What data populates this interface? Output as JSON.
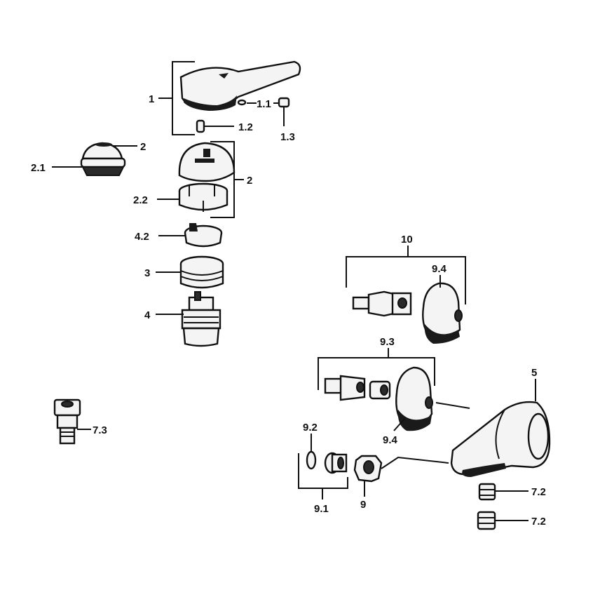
{
  "diagram": {
    "callouts": [
      {
        "id": "c1",
        "text": "1"
      },
      {
        "id": "c11",
        "text": "1.1"
      },
      {
        "id": "c12",
        "text": "1.2"
      },
      {
        "id": "c13",
        "text": "1.3"
      },
      {
        "id": "c2a",
        "text": "2"
      },
      {
        "id": "c21",
        "text": "2.1"
      },
      {
        "id": "c2b",
        "text": "2"
      },
      {
        "id": "c22",
        "text": "2.2"
      },
      {
        "id": "c42",
        "text": "4.2"
      },
      {
        "id": "c3",
        "text": "3"
      },
      {
        "id": "c4",
        "text": "4"
      },
      {
        "id": "c10",
        "text": "10"
      },
      {
        "id": "c94a",
        "text": "9.4"
      },
      {
        "id": "c93",
        "text": "9.3"
      },
      {
        "id": "c5",
        "text": "5"
      },
      {
        "id": "c94b",
        "text": "9.4"
      },
      {
        "id": "c73",
        "text": "7.3"
      },
      {
        "id": "c92",
        "text": "9.2"
      },
      {
        "id": "c9",
        "text": "9"
      },
      {
        "id": "c91",
        "text": "9.1"
      },
      {
        "id": "c72a",
        "text": "7.2"
      },
      {
        "id": "c72b",
        "text": "7.2"
      }
    ]
  }
}
